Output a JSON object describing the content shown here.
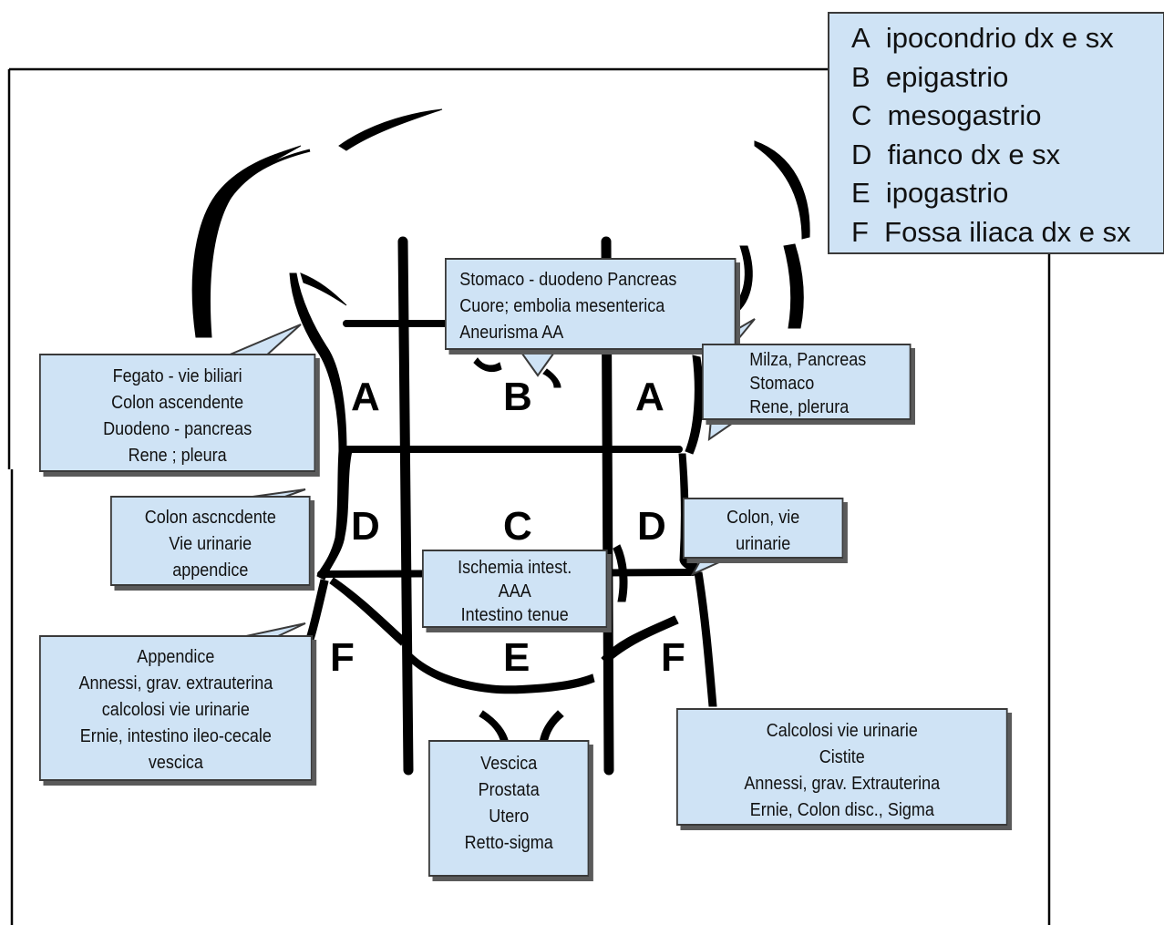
{
  "legend": {
    "items": [
      {
        "letter": "A",
        "label": "ipocondrio dx e sx"
      },
      {
        "letter": "B",
        "label": "epigastrio"
      },
      {
        "letter": "C",
        "label": " mesogastrio"
      },
      {
        "letter": "D",
        "label": "fianco dx e sx"
      },
      {
        "letter": "E",
        "label": " ipogastrio"
      },
      {
        "letter": "F",
        "label": " Fossa iliaca dx e sx"
      }
    ]
  },
  "regions": {
    "a_right": "A",
    "b": "B",
    "a_left": "A",
    "d_right": "D",
    "c": "C",
    "d_left": "D",
    "f_right": "F",
    "e": "E",
    "f_left": "F"
  },
  "callouts": {
    "epigastric": [
      "Stomaco - duodeno Pancreas",
      "Cuore; embolia mesenterica",
      "Aneurisma AA"
    ],
    "right_hypochondrium": [
      "Fegato - vie biliari",
      "Colon ascendente",
      "Duodeno - pancreas",
      "Rene ; pleura"
    ],
    "left_hypochondrium": [
      "Milza, Pancreas",
      "Stomaco",
      "Rene, plerura"
    ],
    "right_flank": [
      "Colon ascncdente",
      "Vie urinarie",
      "appendice"
    ],
    "left_flank": [
      "Colon, vie",
      "urinarie"
    ],
    "mesogastric": [
      "Ischemia intest.",
      "AAA",
      "Intestino tenue"
    ],
    "right_iliac": [
      "Appendice",
      "Annessi, grav. extrauterina",
      "calcolosi vie urinarie",
      "Ernie, intestino ileo-cecale",
      "vescica"
    ],
    "hypogastric": [
      "Vescica",
      "Prostata",
      "Utero",
      "Retto-sigma"
    ],
    "left_iliac": [
      "Calcolosi vie urinarie",
      "Cistite",
      "Annessi, grav. Extrauterina",
      "Ernie, Colon disc., Sigma"
    ]
  }
}
